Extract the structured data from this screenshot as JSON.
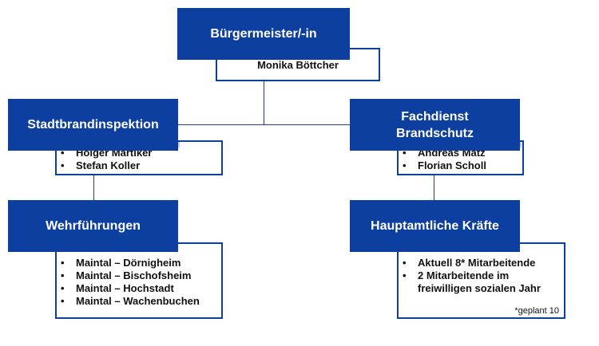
{
  "mayor": {
    "title": "Bürgermeister/-in",
    "name": "Monika Böttcher"
  },
  "left_top": {
    "title": "Stadtbrandinspektion",
    "members": [
      "Holger Martiker",
      "Stefan Koller"
    ]
  },
  "right_top": {
    "title_line1": "Fachdienst",
    "title_line2": "Brandschutz",
    "members": [
      "Andreas Matz",
      "Florian Scholl"
    ]
  },
  "left_bottom": {
    "title": "Wehrführungen",
    "members": [
      "Maintal – Dörnigheim",
      "Maintal – Bischofsheim",
      "Maintal – Hochstadt",
      "Maintal – Wachenbuchen"
    ]
  },
  "right_bottom": {
    "title": "Hauptamtliche Kräfte",
    "members": [
      "Aktuell 8* Mitarbeitende",
      "2 Mitarbeitende im freiwilligen sozialen Jahr"
    ],
    "note": "*geplant 10"
  },
  "colors": {
    "header_blue": "#0d3fa0",
    "stripe": "#c4cde6",
    "connector": "#1f3f8f"
  }
}
